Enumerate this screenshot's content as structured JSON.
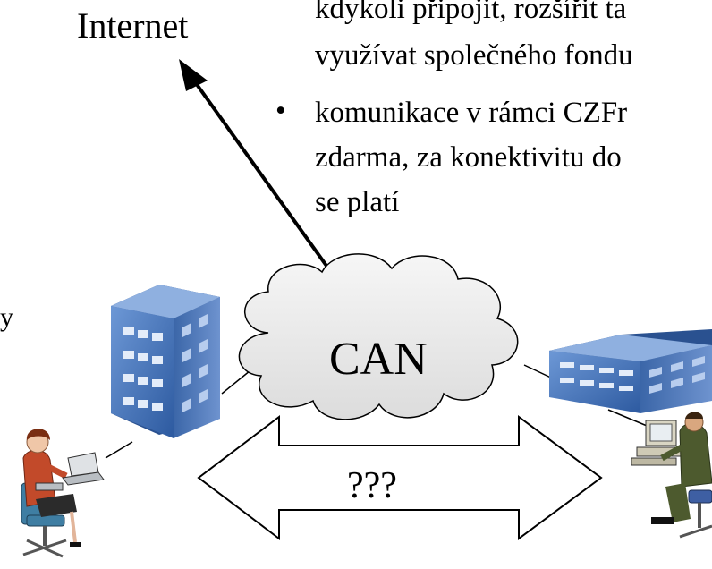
{
  "labels": {
    "internet": "Internet",
    "can": "CAN",
    "unknown": "???",
    "left_fragment": "y"
  },
  "bullets": [
    {
      "marker": "",
      "lines": [
        "kdykoli připojit, rozšířit ta",
        "využívat společného fondu"
      ]
    },
    {
      "marker": "•",
      "lines": [
        "komunikace v rámci CZFr",
        "zdarma, za konektivitu do",
        "se platí"
      ]
    }
  ],
  "colors": {
    "building_front": "#4f7fc4",
    "building_side": "#2f5c9a",
    "window": "#dfe9f7",
    "cloud_fill": "#ebebeb",
    "arrow_fill": "#ffffff"
  }
}
